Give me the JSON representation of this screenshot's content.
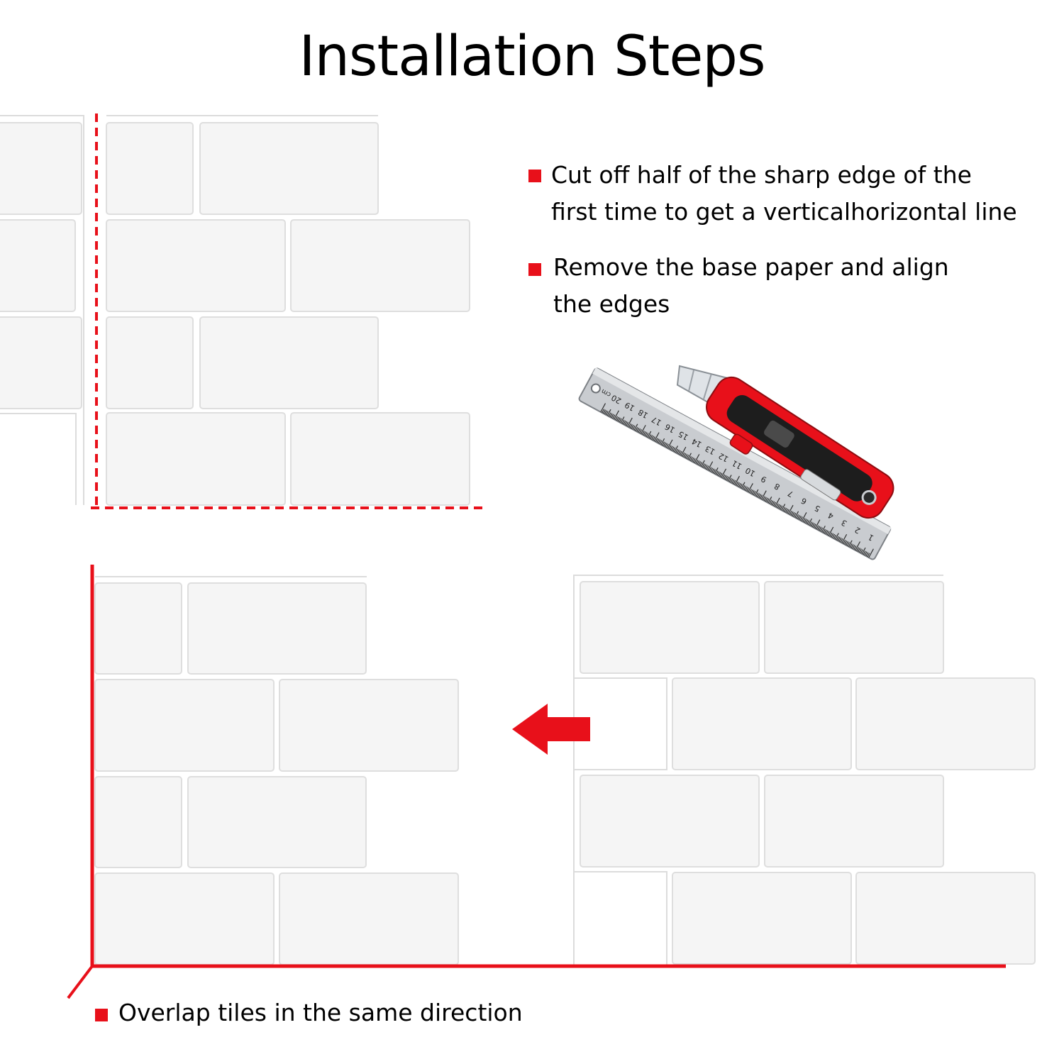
{
  "title": "Installation Steps",
  "steps": [
    {
      "lines": [
        "Cut off half of the sharp edge of the",
        "first time to get a verticalhorizontal line"
      ]
    },
    {
      "lines": [
        "Remove the base paper and align",
        "the edges"
      ]
    },
    {
      "lines": [
        "Overlap tiles in the same direction"
      ]
    }
  ],
  "ruler_ticks": [
    "1",
    "2",
    "3",
    "4",
    "5",
    "6",
    "7",
    "8",
    "9",
    "10",
    "11",
    "12",
    "13",
    "14",
    "15",
    "16",
    "17",
    "18",
    "19",
    "20"
  ],
  "ruler_unit": "cm",
  "colors": {
    "accent_red": "#e8101a",
    "tile_fill": "#f5f5f5",
    "tile_edge": "#dedede"
  },
  "icons": [
    "bullet-square-icon",
    "left-arrow-icon",
    "ruler-icon",
    "utility-knife-icon"
  ]
}
